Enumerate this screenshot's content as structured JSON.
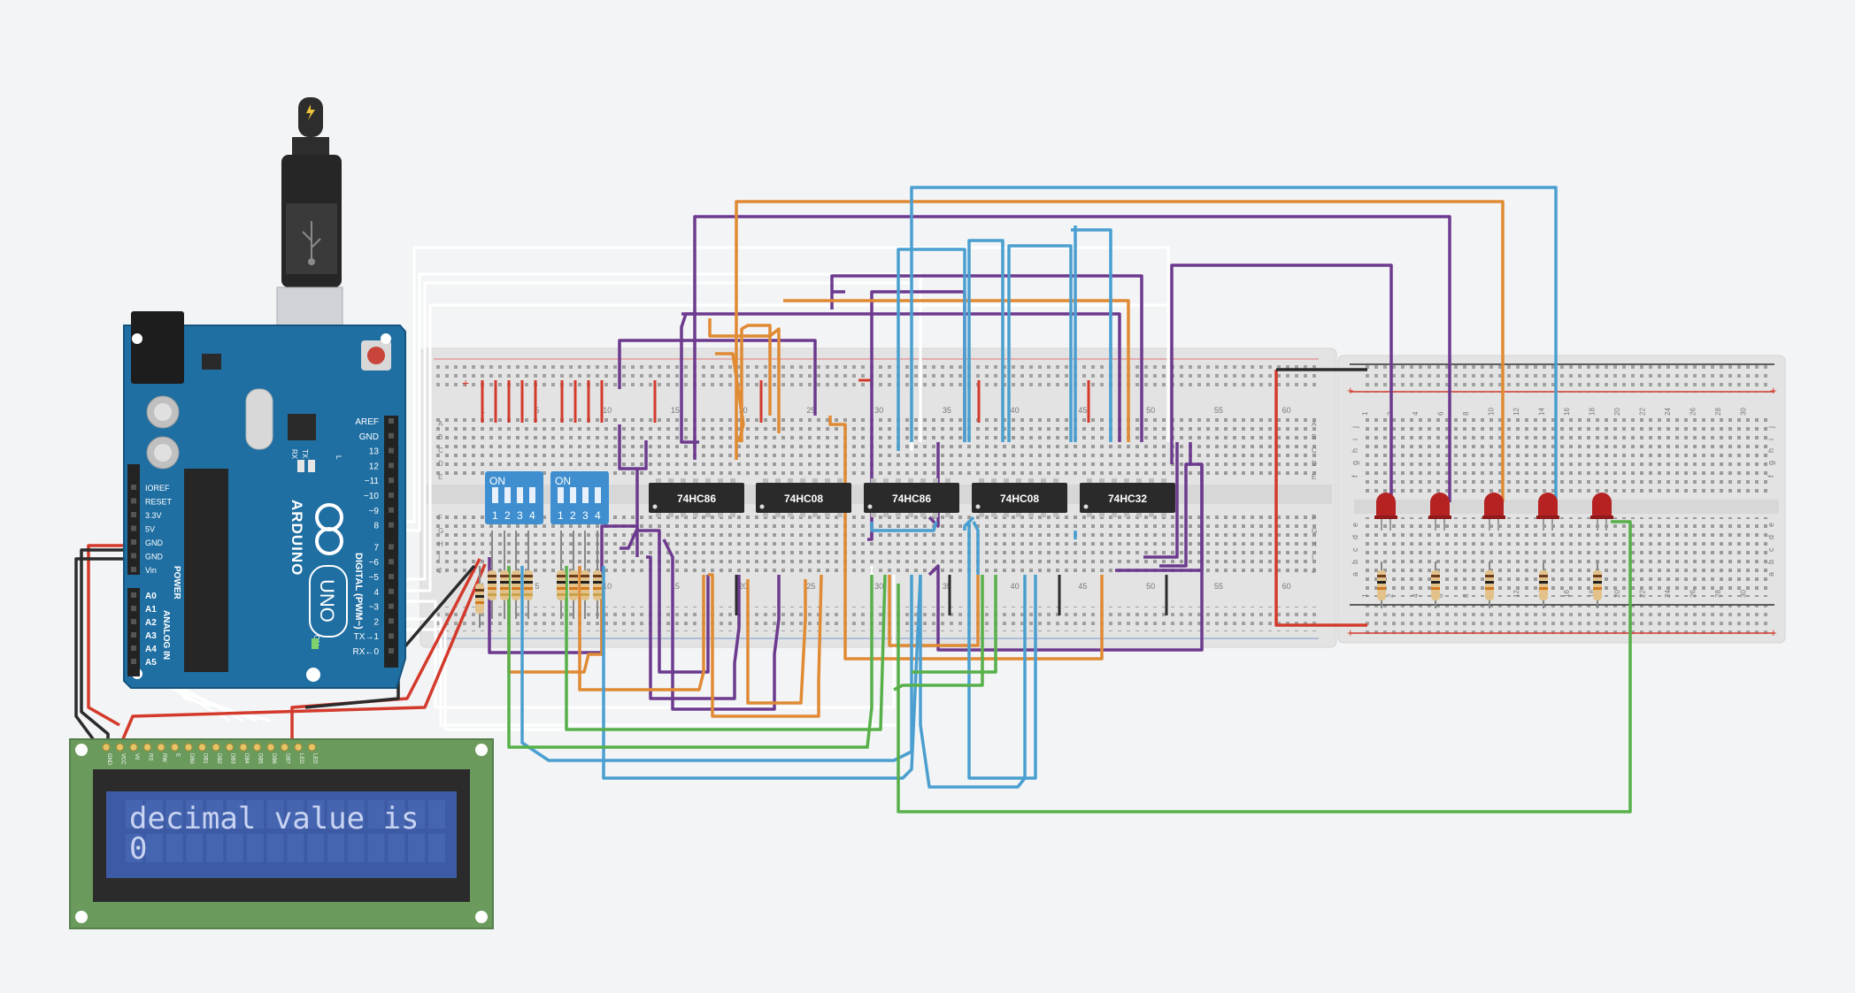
{
  "arduino": {
    "brand": "ARDUINO",
    "model": "UNO",
    "digital_label": "DIGITAL (PWM~)",
    "power_label": "POWER",
    "analog_label": "ANALOG IN",
    "on_label": "ON",
    "tx_label": "TX",
    "rx_label": "RX",
    "l_label": "L",
    "right_pins": [
      "AREF",
      "GND",
      "13",
      "12",
      "~11",
      "~10",
      "~9",
      "8",
      "7",
      "~6",
      "~5",
      "4",
      "~3",
      "2",
      "TX→1",
      "RX←0"
    ],
    "power_pins": [
      "IOREF",
      "RESET",
      "3.3V",
      "5V",
      "GND",
      "GND",
      "Vin"
    ],
    "analog_pins": [
      "A0",
      "A1",
      "A2",
      "A3",
      "A4",
      "A5"
    ]
  },
  "dip_switches": [
    {
      "label": "ON",
      "numbers": [
        "1",
        "2",
        "3",
        "4"
      ]
    },
    {
      "label": "ON",
      "numbers": [
        "1",
        "2",
        "3",
        "4"
      ]
    }
  ],
  "chips": [
    "74HC86",
    "74HC08",
    "74HC86",
    "74HC08",
    "74HC32"
  ],
  "breadboard_main": {
    "row_letters_top": [
      "A",
      "B",
      "C",
      "D",
      "E"
    ],
    "row_letters_bottom": [
      "F",
      "G",
      "H",
      "I",
      "J"
    ],
    "column_numbers": [
      "1",
      "5",
      "10",
      "15",
      "20",
      "25",
      "30",
      "35",
      "40",
      "45",
      "50",
      "55",
      "60"
    ]
  },
  "breadboard_small": {
    "row_letters": [
      "a",
      "b",
      "c",
      "d",
      "e",
      "f",
      "g",
      "h",
      "i",
      "j"
    ],
    "column_numbers": [
      "1",
      "2",
      "4",
      "6",
      "8",
      "10",
      "12",
      "14",
      "16",
      "18",
      "20",
      "22",
      "24",
      "26",
      "28",
      "30"
    ]
  },
  "lcd": {
    "line1": "decimal value is",
    "line2": "0",
    "pins": [
      "GND",
      "VCC",
      "V0",
      "RS",
      "RW",
      "E",
      "DB0",
      "DB1",
      "DB2",
      "DB3",
      "DB4",
      "DB5",
      "DB6",
      "DB7",
      "LED",
      "LED"
    ]
  },
  "usb": {
    "icon": "usb-icon",
    "flash_icon": "lightning-icon"
  },
  "colors": {
    "background": "#f3f4f6",
    "arduino_blue": "#1f6fa3",
    "wire_purple": "#6c3a8e",
    "wire_orange": "#e08a34",
    "wire_blue": "#4a9fd0",
    "wire_green": "#58b04a",
    "wire_red": "#d33a2c",
    "wire_black": "#2b2b2b",
    "wire_white": "#ffffff",
    "lcd_screen": "#3d5ba5",
    "lcd_pcb": "#6a9a5c",
    "led_red": "#b62222",
    "chip_body": "#2a2a2a"
  }
}
